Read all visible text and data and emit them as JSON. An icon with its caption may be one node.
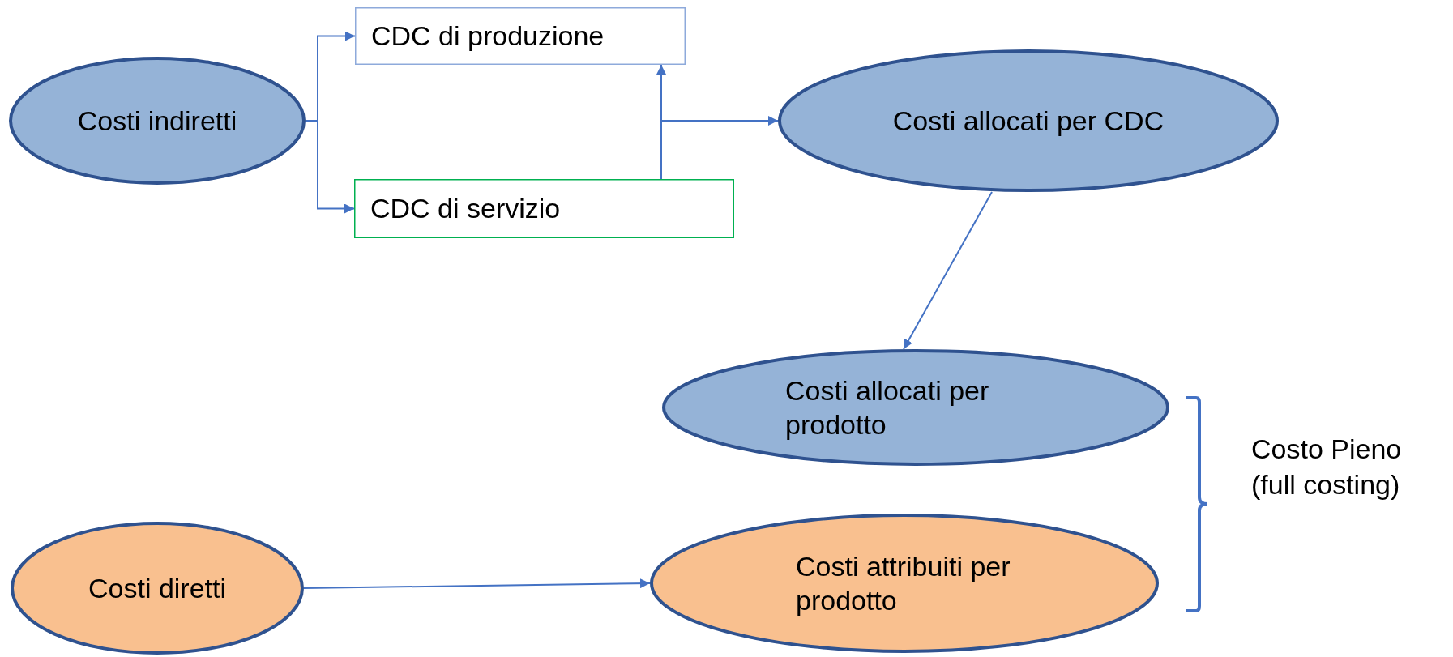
{
  "diagram": {
    "nodes": [
      {
        "text": [
          "Costi indiretti"
        ]
      },
      {
        "text": [
          "CDC di produzione"
        ]
      },
      {
        "text": [
          "CDC di servizio"
        ]
      },
      {
        "text": [
          "Costi allocati per CDC"
        ]
      },
      {
        "text": [
          "Costi allocati per prodotto"
        ]
      },
      {
        "text": [
          "Costi diretti"
        ]
      },
      {
        "text": [
          "Costi attribuiti per prodotto"
        ]
      }
    ],
    "edges": [
      {
        "from": 0,
        "to": 1,
        "arrow": "to"
      },
      {
        "from": 0,
        "to": 2,
        "arrow": "to"
      },
      {
        "from": 2,
        "to": 1,
        "arrow": "to"
      },
      {
        "from": 2,
        "to": 3,
        "arrow": "to"
      },
      {
        "from": 3,
        "to": 4,
        "arrow": "to"
      },
      {
        "from": 5,
        "to": 6,
        "arrow": "to"
      }
    ],
    "labels": [
      "Costo Pieno (full costing)"
    ]
  }
}
